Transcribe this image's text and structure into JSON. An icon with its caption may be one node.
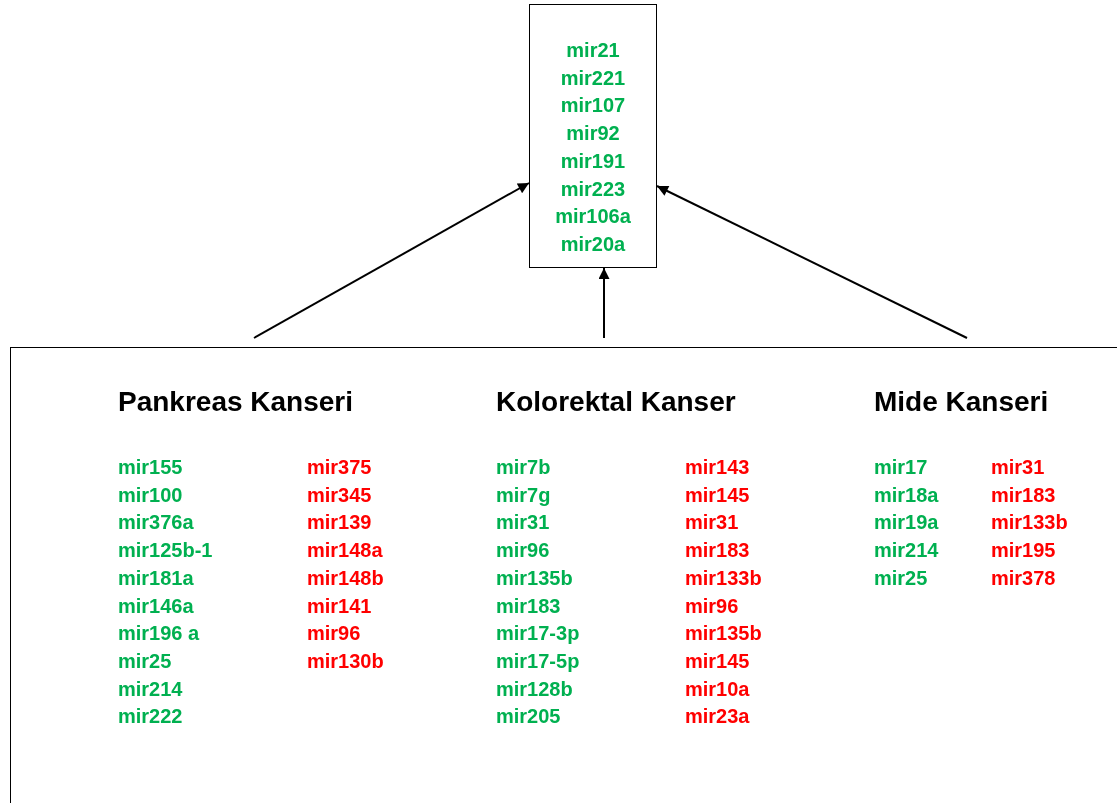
{
  "diagram": {
    "nodes": [
      {
        "text": [
          "mir21",
          "mir221",
          "mir107",
          "mir92",
          "mir191",
          "mir223",
          "mir106a",
          "mir20a"
        ]
      },
      {
        "text": [],
        "shape": "box"
      },
      {
        "text": [
          "Pankreas Kanseri",
          "mir155",
          "mir100",
          "mir376a",
          "mir125b-1",
          "mir181a",
          "mir146a",
          "mir196 a",
          "mir25",
          "mir214",
          "mir222",
          "mir375",
          "mir345",
          "mir139",
          "mir148a",
          "mir148b",
          "mir141",
          "mir96",
          "mir130b"
        ],
        "in": 1
      },
      {
        "text": [
          "Kolorektal Kanser",
          "mir7b",
          "mir7g",
          "mir31",
          "mir96",
          "mir135b",
          "mir183",
          "mir17-3p",
          "mir17-5p",
          "mir128b",
          "mir205",
          "mir143",
          "mir145",
          "mir31",
          "mir183",
          "mir133b",
          "mir96",
          "mir135b",
          "mir145",
          "mir10a",
          "mir23a"
        ],
        "in": 1
      },
      {
        "text": [
          "Mide Kanseri",
          "mir17",
          "mir18a",
          "mir19a",
          "mir214",
          "mir25",
          "mir31",
          "mir183",
          "mir133b",
          "mir195",
          "mir378"
        ],
        "in": 1
      }
    ],
    "edges": [
      {
        "from": 2,
        "to": 0,
        "arrow": "to"
      },
      {
        "from": 3,
        "to": 0,
        "arrow": "to"
      },
      {
        "from": 4,
        "to": 0,
        "arrow": "to"
      }
    ]
  }
}
